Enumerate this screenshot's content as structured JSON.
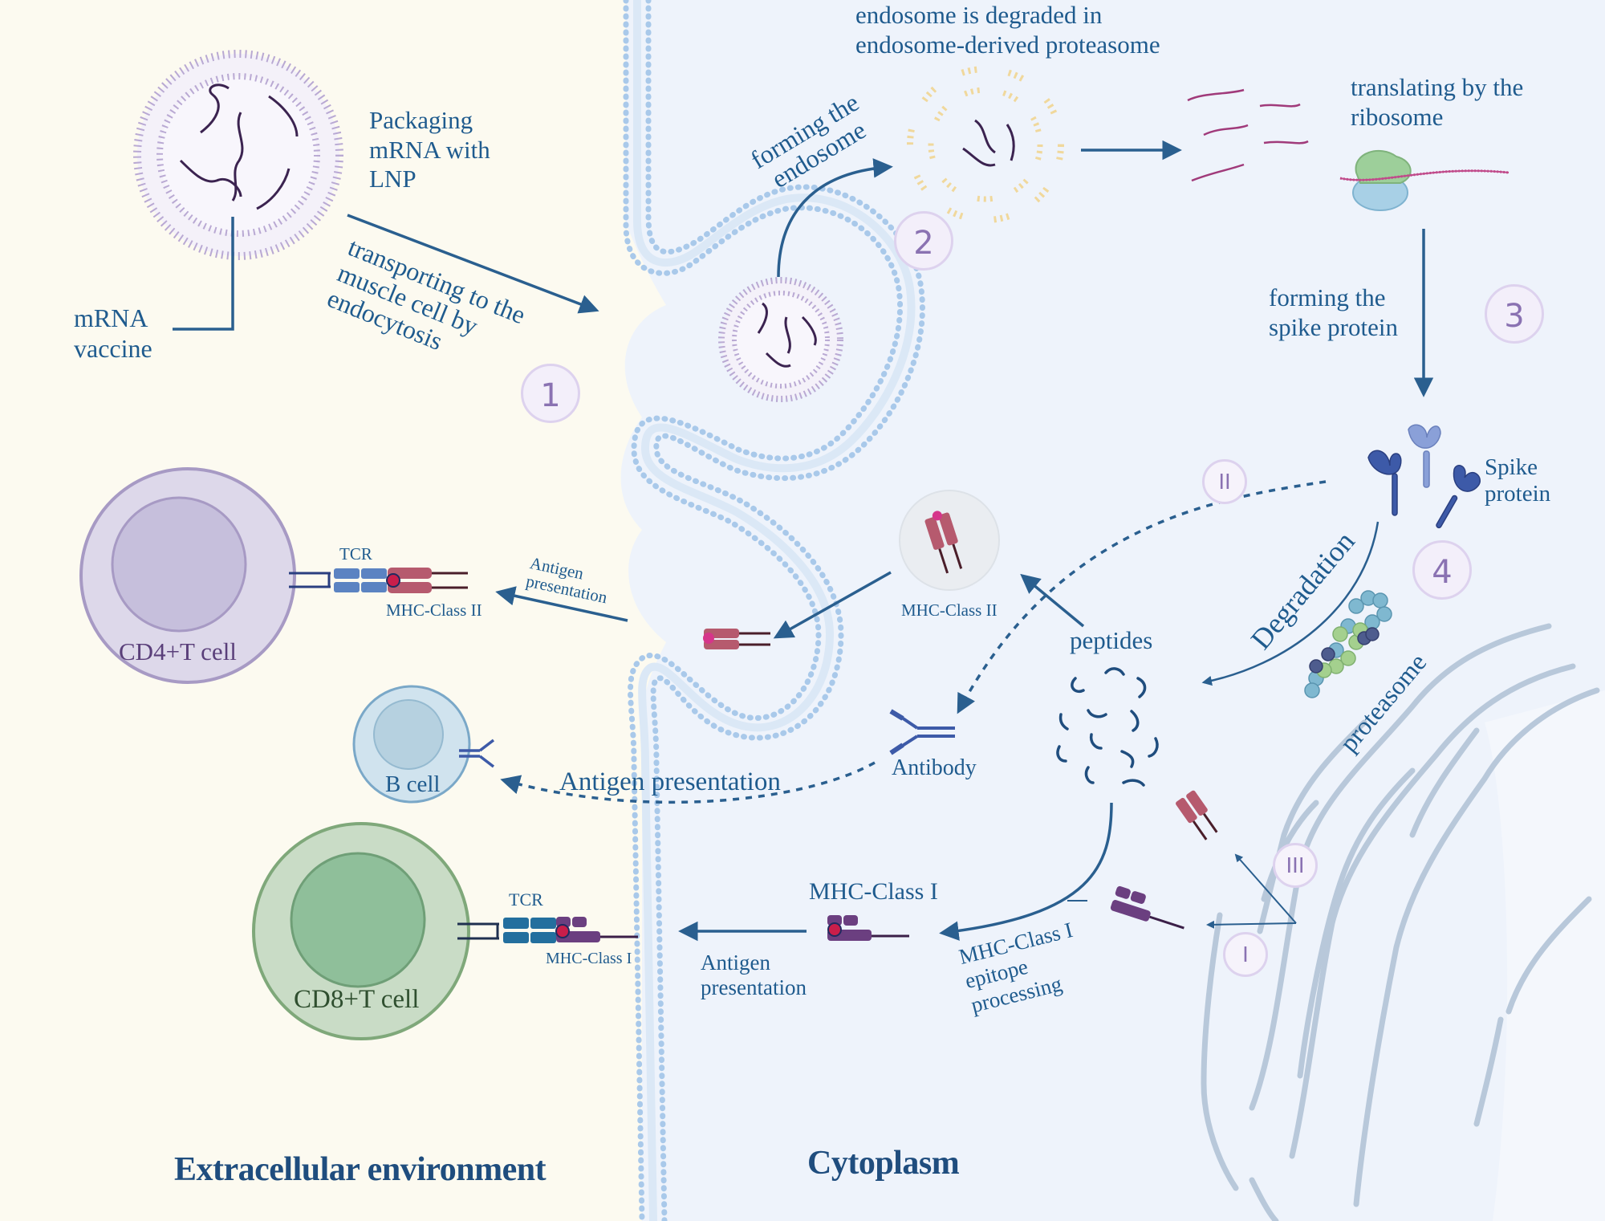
{
  "titles": {
    "extracellular": "Extracellular environment",
    "cytoplasm": "Cytoplasm"
  },
  "labels": {
    "packaging": [
      "Packaging",
      "mRNA with",
      "LNP"
    ],
    "mrna_vaccine": [
      "mRNA",
      "vaccine"
    ],
    "transporting": [
      "transporting to the",
      "muscle cell by",
      "endocytosis"
    ],
    "forming_endosome": [
      "forming the",
      "endosome"
    ],
    "endosome_degraded": [
      "endosome is degraded in",
      "endosome-derived proteasome"
    ],
    "translating": [
      "translating by the",
      "ribosome"
    ],
    "forming_spike": [
      "forming the",
      "spike protein"
    ],
    "spike_protein": [
      "Spike",
      "protein"
    ],
    "degradation": "Degradation",
    "proteasome": "proteasome",
    "peptides": "peptides",
    "mhc2_cyto": "MHC-Class II",
    "antibody": "Antibody",
    "antigen_presentation_b": "Antigen presentation",
    "antigen_presentation_cd4": [
      "Antigen",
      "presentation"
    ],
    "tcr_cd4": "TCR",
    "mhc2_cd4": "MHC-Class II",
    "cd4_cell": "CD4+T cell",
    "b_cell": "B cell",
    "cd8_cell": "CD8+T cell",
    "tcr_cd8": "TCR",
    "mhc1_cd8": "MHC-Class I",
    "mhc1_cyto": "MHC-Class I",
    "antigen_presentation_cd8": [
      "Antigen",
      "presentation"
    ],
    "epitope_processing": [
      "MHC-Class I",
      "epitope",
      "processing"
    ]
  },
  "steps": [
    "1",
    "2",
    "3",
    "4"
  ],
  "routes": [
    "II",
    "III",
    "I"
  ],
  "colors": {
    "background_extracellular": "#fcfaf0",
    "background_cytoplasm": "#eef3fb",
    "text_blue": "#1f5b8e",
    "arrow_blue": "#2a5f8f",
    "membrane_blue": "#a9c9ea",
    "lnp_purple": "#b9a9d3",
    "mrna_dark": "#3b2350",
    "mhc2_red": "#b65a6e",
    "mhc1_purple": "#6b3f80",
    "tcr_blue": "#5b83c2",
    "cd4_fill": "#ddd8ea",
    "cd8_fill": "#c9dcc6",
    "bcell_fill": "#d0e3ee",
    "er_blue": "#b8c8da",
    "spike_blue": "#3d5aa8"
  },
  "icons": [
    "lipid-nanoparticle-icon",
    "mrna-strand-icon",
    "endosome-icon",
    "ribosome-icon",
    "spike-protein-icon",
    "proteasome-icon",
    "peptide-fragment-icon",
    "mhc-class-ii-icon",
    "mhc-class-i-icon",
    "antibody-icon",
    "tcr-icon",
    "endoplasmic-reticulum-icon",
    "cell-membrane-icon"
  ]
}
